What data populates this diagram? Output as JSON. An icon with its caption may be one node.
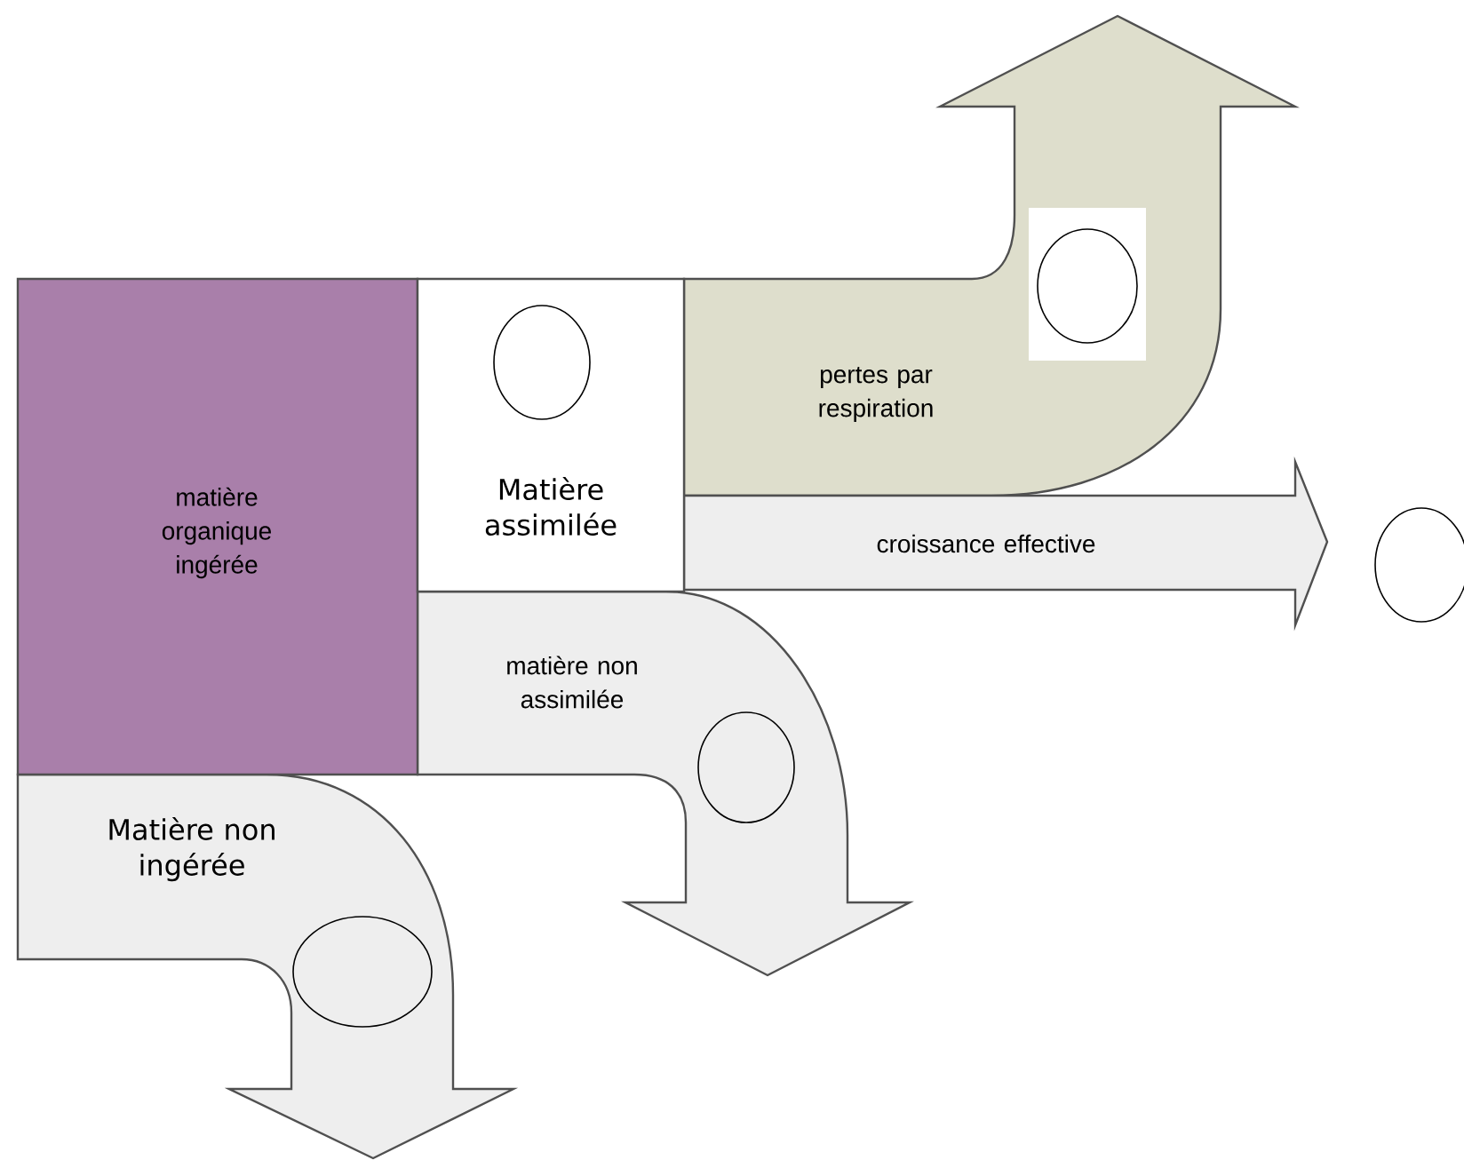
{
  "diagram": {
    "nodes": [
      {
        "text": [
          "matière organique ingérée"
        ]
      },
      {
        "text": [
          "Matière assimilée"
        ]
      },
      {
        "text": [],
        "shape": "circle",
        "in": 1
      },
      {
        "text": [
          "pertes par respiration"
        ]
      },
      {
        "text": [],
        "shape": "circle",
        "in": 3
      },
      {
        "text": [
          "croissance effective"
        ]
      },
      {
        "text": [],
        "shape": "circle"
      },
      {
        "text": [
          "matière non assimilée"
        ]
      },
      {
        "text": [],
        "shape": "circle",
        "in": 7
      },
      {
        "text": [
          "Matière non ingérée"
        ]
      },
      {
        "text": [],
        "shape": "circle",
        "in": 9
      }
    ]
  }
}
